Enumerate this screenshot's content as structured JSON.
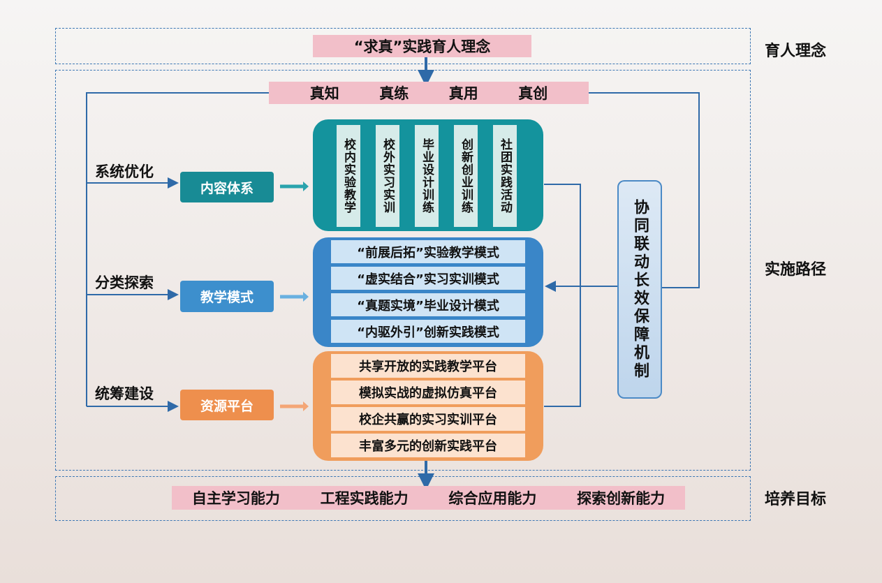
{
  "concept": {
    "side_label": "育人理念",
    "title": "“求真”实践育人理念"
  },
  "path": {
    "side_label": "实施路径",
    "truths": [
      "真知",
      "真练",
      "真用",
      "真创"
    ],
    "branches": [
      {
        "label": "系统优化",
        "button": "内容体系",
        "color": "#188b95"
      },
      {
        "label": "分类探索",
        "button": "教学模式",
        "color": "#3d8fcd"
      },
      {
        "label": "统筹建设",
        "button": "资源平台",
        "color": "#ee8f4d"
      }
    ],
    "content_columns": [
      "校内实验教学",
      "校外实习实训",
      "毕业设计训练",
      "创新创业训练",
      "社团实践活动"
    ],
    "teaching_modes": [
      "“前展后拓”实验教学模式",
      "“虚实结合”实习实训模式",
      "“真题实境”毕业设计模式",
      "“内驱外引”创新实践模式"
    ],
    "platforms": [
      "共享开放的实践教学平台",
      "模拟实战的虚拟仿真平台",
      "校企共赢的实习实训平台",
      "丰富多元的创新实践平台"
    ],
    "mechanism": "协同联动长效保障机制"
  },
  "goal": {
    "side_label": "培养目标",
    "abilities": [
      "自主学习能力",
      "工程实践能力",
      "综合应用能力",
      "探索创新能力"
    ]
  },
  "colors": {
    "dash_border": "#3c77b4",
    "pink": "#f2bfc9",
    "teal": "#14939d",
    "blue": "#3a86c8",
    "orange": "#f09d5c",
    "connector": "#2f6aa8"
  }
}
